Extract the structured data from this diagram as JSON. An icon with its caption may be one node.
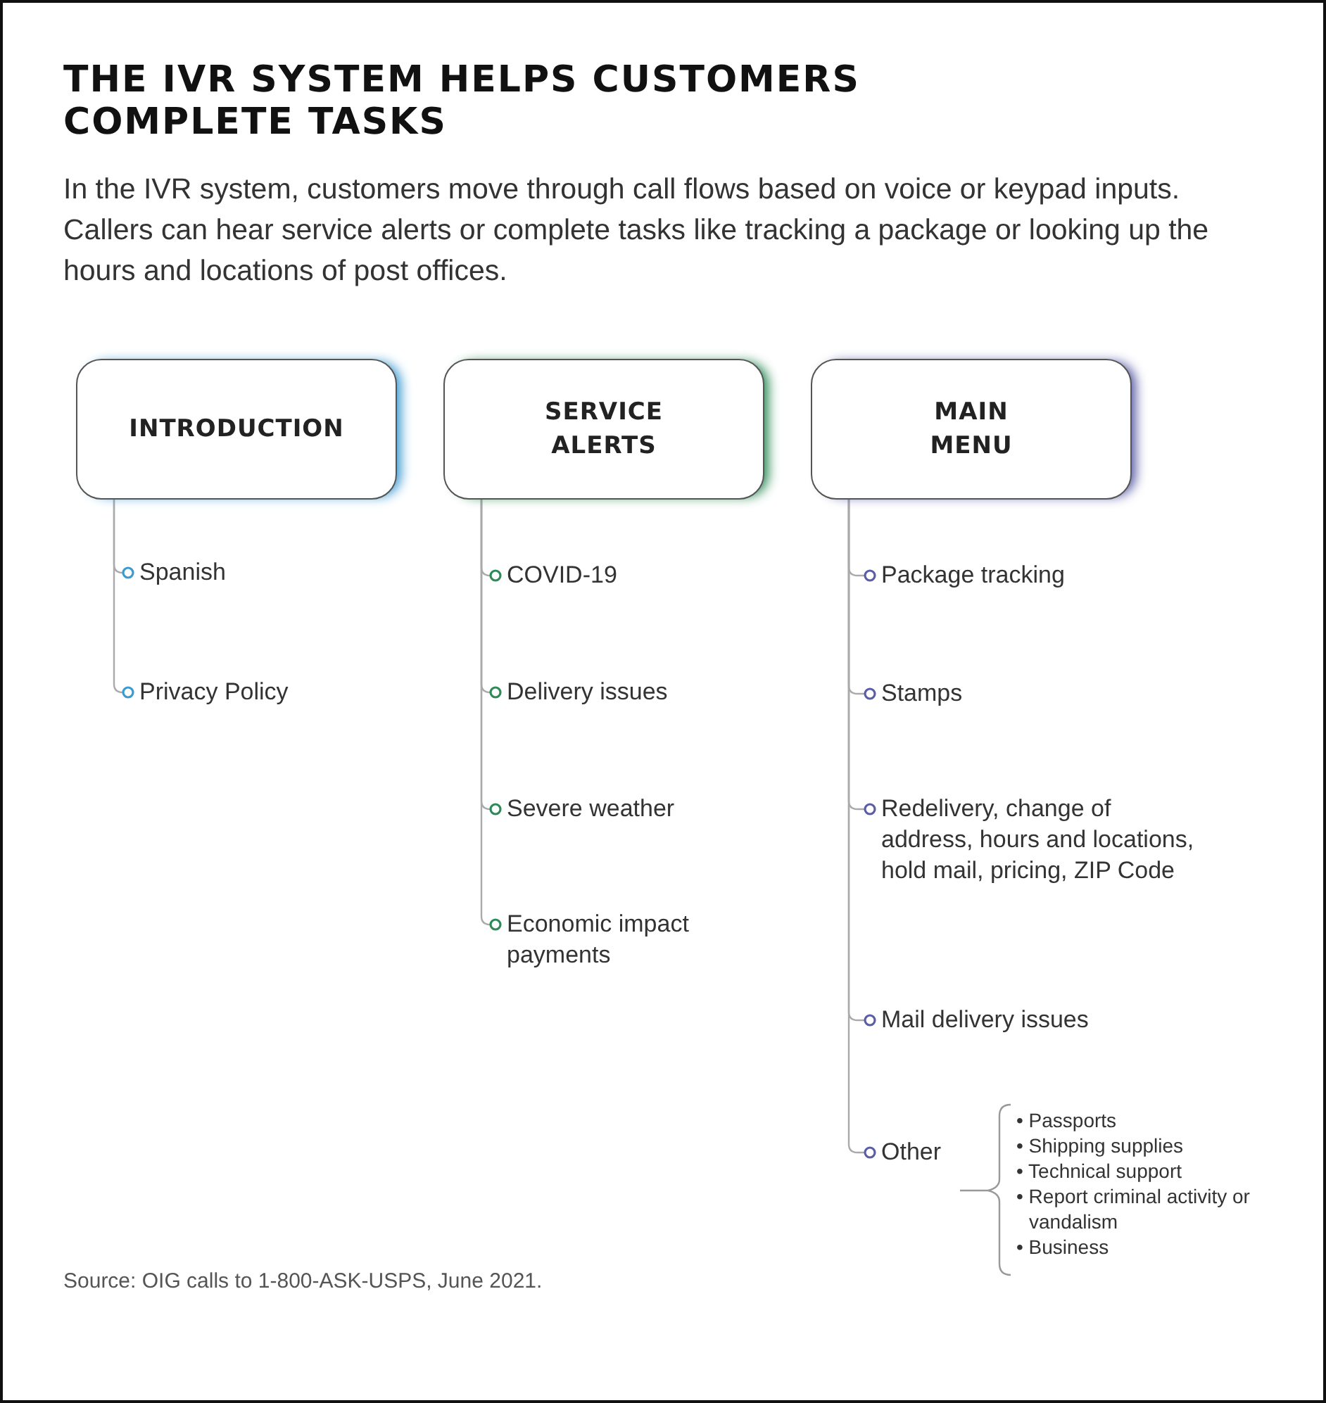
{
  "diagram": {
    "title": "THE IVR SYSTEM HELPS CUSTOMERS COMPLETE TASKS",
    "caption": "Source: OIG calls to 1-800-ASK-USPS, June 2021.",
    "nodes": [
      {
        "text": [
          "INTRODUCTION"
        ]
      },
      {
        "text": [
          "Spanish"
        ]
      },
      {
        "text": [
          "Privacy Policy"
        ]
      },
      {
        "text": [
          "SERVICE ALERTS"
        ]
      },
      {
        "text": [
          "COVID-19"
        ]
      },
      {
        "text": [
          "Delivery issues"
        ]
      },
      {
        "text": [
          "Severe weather"
        ]
      },
      {
        "text": [
          "Economic impact payments"
        ]
      },
      {
        "text": [
          "MAIN MENU"
        ]
      },
      {
        "text": [
          "Package tracking"
        ]
      },
      {
        "text": [
          "Stamps"
        ]
      },
      {
        "text": [
          "Redelivery, change of address, hours and locations, hold mail, pricing, ZIP Code"
        ]
      },
      {
        "text": [
          "Mail delivery issues"
        ]
      },
      {
        "text": [
          "Other"
        ]
      }
    ],
    "edges": [
      {
        "from": 0,
        "to": 1,
        "arrow": "other"
      },
      {
        "from": 0,
        "to": 2,
        "arrow": "other"
      },
      {
        "from": 3,
        "to": 4,
        "arrow": "other"
      },
      {
        "from": 3,
        "to": 5,
        "arrow": "other"
      },
      {
        "from": 3,
        "to": 6,
        "arrow": "other"
      },
      {
        "from": 3,
        "to": 7,
        "arrow": "other"
      },
      {
        "from": 8,
        "to": 9,
        "arrow": "other"
      },
      {
        "from": 8,
        "to": 10,
        "arrow": "other"
      },
      {
        "from": 8,
        "to": 11,
        "arrow": "other"
      },
      {
        "from": 8,
        "to": 12,
        "arrow": "other"
      },
      {
        "from": 8,
        "to": 13,
        "arrow": "other"
      }
    ],
    "labels": [
      "In the IVR system, customers move through call flows based on voice or keypad inputs. Callers can hear service alerts or complete tasks like tracking a package or looking up the hours and locations of post offices.",
      "• Passports",
      "• Shipping supplies",
      "• Technical support",
      "• Report criminal activity or vandalism",
      "• Business"
    ]
  }
}
